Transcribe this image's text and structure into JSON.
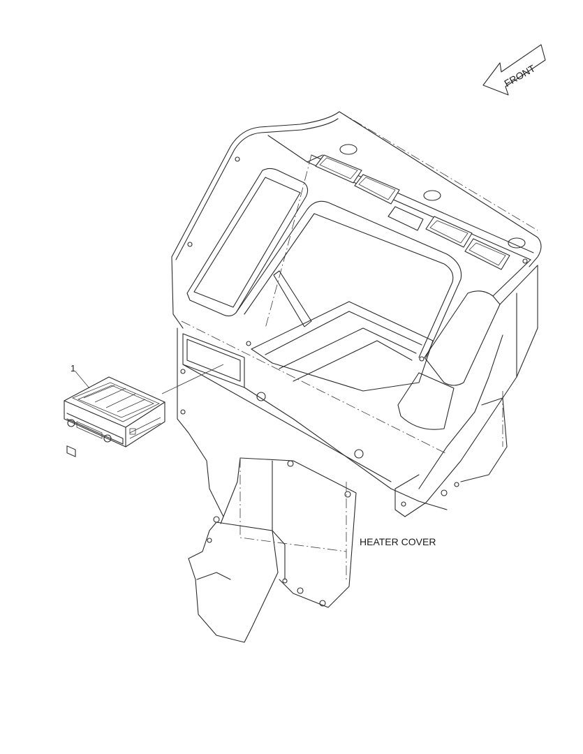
{
  "labels": {
    "callout": "1",
    "heater_cover": "HEATER COVER",
    "front": "FRONT"
  },
  "colors": {
    "ink": "#2a2a2a",
    "background": "#ffffff"
  },
  "icons": {
    "direction": "front-arrow-icon"
  }
}
